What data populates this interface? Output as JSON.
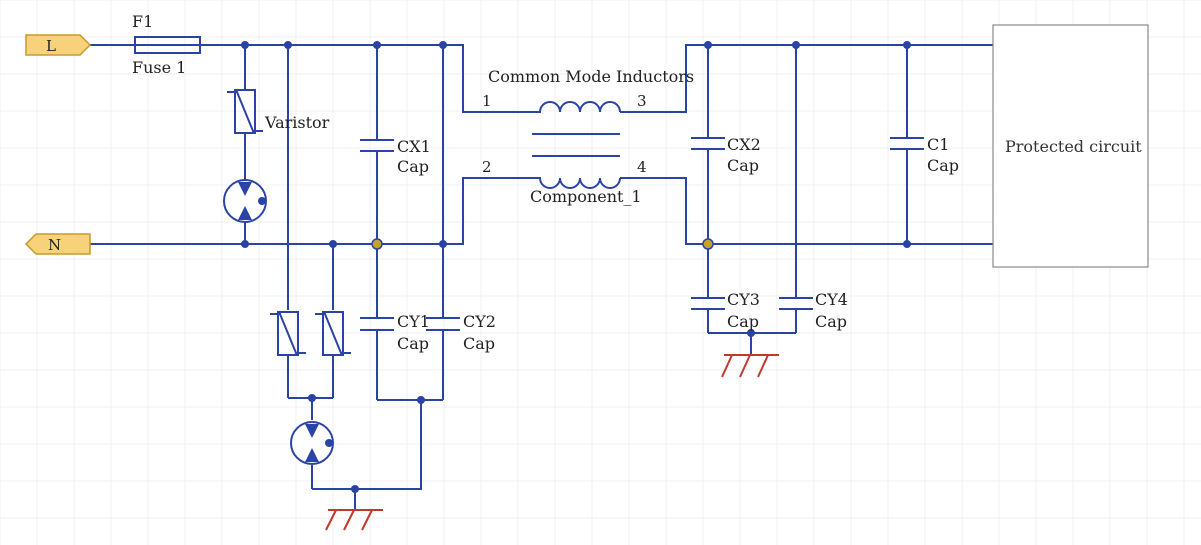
{
  "colors": {
    "wire": "#2a44a6",
    "ground": "#c0392b",
    "port_fill": "#f7d27a",
    "port_stroke": "#c79a2a",
    "junction_hollow": "#c8a12a",
    "box_stroke": "#888888",
    "grid": "#eef0f4"
  },
  "ports": {
    "line": "L",
    "neutral": "N"
  },
  "fuse": {
    "designator": "F1",
    "name": "Fuse 1"
  },
  "varistor": {
    "label": "Varistor"
  },
  "inductor": {
    "title": "Common Mode Inductors",
    "component": "Component_1",
    "pins": [
      "1",
      "2",
      "3",
      "4"
    ]
  },
  "capacitors": {
    "cx1": {
      "designator": "CX1",
      "value": "Cap"
    },
    "cy1": {
      "designator": "CY1",
      "value": "Cap"
    },
    "cy2": {
      "designator": "CY2",
      "value": "Cap"
    },
    "cx2": {
      "designator": "CX2",
      "value": "Cap"
    },
    "cy3": {
      "designator": "CY3",
      "value": "Cap"
    },
    "cy4": {
      "designator": "CY4",
      "value": "Cap"
    },
    "c1": {
      "designator": "C1",
      "value": "Cap"
    }
  },
  "load": {
    "label": "Protected circuit"
  }
}
